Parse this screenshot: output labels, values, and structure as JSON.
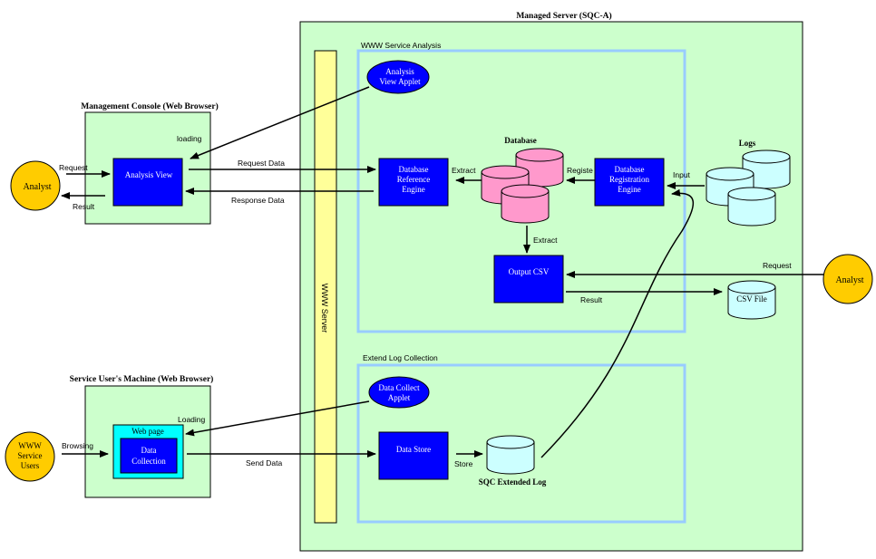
{
  "managed_server": {
    "title": "Managed Server (SQC-A)"
  },
  "www_server": {
    "label": "WWW Server"
  },
  "service_analysis": {
    "title": "WWW Service Analysis",
    "applet_line1": "Analysis",
    "applet_line2": "View Applet",
    "ref_engine_line1": "Database",
    "ref_engine_line2": "Reference",
    "ref_engine_line3": "Engine",
    "database_label": "Database",
    "reg_engine_line1": "Database",
    "reg_engine_line2": "Registration",
    "reg_engine_line3": "Engine",
    "output_csv": "Output CSV",
    "extract_left": "Extract",
    "extract_down": "Extract",
    "register": "Registe"
  },
  "logs": {
    "label": "Logs",
    "input": "Input"
  },
  "csv_file": {
    "label": "CSV File"
  },
  "analyst_right": {
    "label": "Analyst",
    "request": "Request",
    "result": "Result"
  },
  "management_console": {
    "title": "Management Console (Web Browser)",
    "loading": "loading",
    "analysis_view": "Analysis View",
    "request_data": "Request Data",
    "response_data": "Response Data"
  },
  "analyst_left": {
    "label": "Analyst",
    "request": "Request",
    "result": "Result"
  },
  "extend_log": {
    "title": "Extend Log Collection",
    "applet_line1": "Data Collect",
    "applet_line2": "Applet",
    "data_store": "Data Store",
    "store": "Store",
    "extended_log": "SQC Extended Log"
  },
  "service_user_machine": {
    "title": "Service User's Machine (Web Browser)",
    "loading": "Loading",
    "web_page": "Web page",
    "data_collection_line1": "Data",
    "data_collection_line2": "Collection",
    "send_data": "Send Data"
  },
  "www_users": {
    "line1": "WWW",
    "line2": "Service",
    "line3": "Users",
    "browsing": "Browsing"
  },
  "colors": {
    "green_panel": "#ccffcc",
    "blue_box": "#0000ff",
    "yellow_bar": "#ffff99",
    "pink_db": "#ff99cc",
    "cyan_db": "#ccffff",
    "actor": "#ffcc00",
    "cyan_frame": "#00ffff"
  }
}
